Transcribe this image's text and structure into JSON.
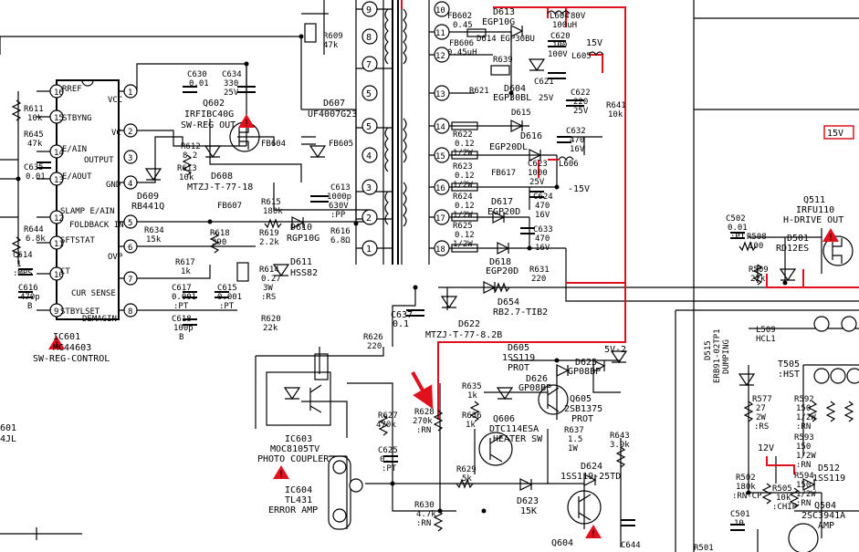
{
  "colors": {
    "wire": "#000000",
    "highlight": "#e0101c",
    "background": "#ffffff"
  },
  "icons": {
    "warning": "warning-triangle-icon",
    "arrow": "red-pointer-arrow-icon"
  },
  "labels": [
    {
      "id": "ic601",
      "text": "IC601"
    },
    {
      "id": "ic601b",
      "text": "MC44603"
    },
    {
      "id": "ic601c",
      "text": "SW-REG-CONTROL"
    },
    {
      "id": "q602",
      "text": "Q602"
    },
    {
      "id": "q602b",
      "text": "IRFIBC40G"
    },
    {
      "id": "q602c",
      "text": "SW-REG OUT"
    },
    {
      "id": "d607",
      "text": "D607"
    },
    {
      "id": "d607b",
      "text": "UF4007G23"
    },
    {
      "id": "r609",
      "text": "R609"
    },
    {
      "id": "r609b",
      "text": "47k"
    },
    {
      "id": "fb602",
      "text": "FB602"
    },
    {
      "id": "fb602b",
      "text": "0.45"
    },
    {
      "id": "d613",
      "text": "D613"
    },
    {
      "id": "d613b",
      "text": "EGP10G"
    },
    {
      "id": "l604",
      "text": "L604"
    },
    {
      "id": "l604b",
      "text": "100uH"
    },
    {
      "id": "v80",
      "text": "80V"
    },
    {
      "id": "v15",
      "text": "15V"
    },
    {
      "id": "v15box",
      "text": "15V"
    },
    {
      "id": "vm15",
      "text": "-15V"
    },
    {
      "id": "d614",
      "text": "D614"
    },
    {
      "id": "egp30b",
      "text": "EGP30BU"
    },
    {
      "id": "c620",
      "text": "C620"
    },
    {
      "id": "c620b",
      "text": "100"
    },
    {
      "id": "c620c",
      "text": "100V"
    },
    {
      "id": "l605",
      "text": "L605"
    },
    {
      "id": "fb606",
      "text": "FB606"
    },
    {
      "id": "fb606b",
      "text": "0.45uH"
    },
    {
      "id": "r639",
      "text": "R639"
    },
    {
      "id": "r621",
      "text": "R621"
    },
    {
      "id": "d604",
      "text": "D604"
    },
    {
      "id": "d604b",
      "text": "EGP30BL"
    },
    {
      "id": "c621",
      "text": "C621"
    },
    {
      "id": "c621b",
      "text": "25V"
    },
    {
      "id": "c622",
      "text": "C622"
    },
    {
      "id": "c622b",
      "text": "220"
    },
    {
      "id": "c622c",
      "text": "25V"
    },
    {
      "id": "r641",
      "text": "R641"
    },
    {
      "id": "r641b",
      "text": "10k"
    },
    {
      "id": "d615",
      "text": "D615"
    },
    {
      "id": "r622",
      "text": "R622"
    },
    {
      "id": "r622b",
      "text": "0.12"
    },
    {
      "id": "r622c",
      "text": "1/2W"
    },
    {
      "id": "d616",
      "text": "D616"
    },
    {
      "id": "d616b",
      "text": "EGP20DL"
    },
    {
      "id": "c632",
      "text": "C632"
    },
    {
      "id": "c632b",
      "text": "470"
    },
    {
      "id": "c632c",
      "text": "16V"
    },
    {
      "id": "r623",
      "text": "R623"
    },
    {
      "id": "r623b",
      "text": "0.12"
    },
    {
      "id": "r623c",
      "text": "1/2W"
    },
    {
      "id": "c623",
      "text": "C623"
    },
    {
      "id": "c623b",
      "text": "1000"
    },
    {
      "id": "c623c",
      "text": "25V"
    },
    {
      "id": "l606",
      "text": "L606"
    },
    {
      "id": "fb617",
      "text": "FB617"
    },
    {
      "id": "r624",
      "text": "R624"
    },
    {
      "id": "r624b",
      "text": "0.12"
    },
    {
      "id": "r624c",
      "text": "1/2W"
    },
    {
      "id": "d617",
      "text": "D617"
    },
    {
      "id": "d617b",
      "text": "EGP20D"
    },
    {
      "id": "c624",
      "text": "C624"
    },
    {
      "id": "c624b",
      "text": "470"
    },
    {
      "id": "c624c",
      "text": "16V"
    },
    {
      "id": "r625",
      "text": "R625"
    },
    {
      "id": "r625b",
      "text": "0.12"
    },
    {
      "id": "r625c",
      "text": "1/2W"
    },
    {
      "id": "c633",
      "text": "C633"
    },
    {
      "id": "c633b",
      "text": "470"
    },
    {
      "id": "c633c",
      "text": "16V"
    },
    {
      "id": "d618",
      "text": "D618"
    },
    {
      "id": "d618b",
      "text": "EGP20D"
    },
    {
      "id": "r631",
      "text": "R631"
    },
    {
      "id": "r631b",
      "text": "220"
    },
    {
      "id": "d654",
      "text": "D654"
    },
    {
      "id": "d654b",
      "text": "RB2.7-TIB2"
    },
    {
      "id": "d622",
      "text": "D622"
    },
    {
      "id": "d622b",
      "text": "MTZJ-T-77-8.2B"
    },
    {
      "id": "c637",
      "text": "C637"
    },
    {
      "id": "c637b",
      "text": "0.1"
    },
    {
      "id": "fb604",
      "text": "FB604"
    },
    {
      "id": "fb605",
      "text": "FB605"
    },
    {
      "id": "fb607",
      "text": "FB607"
    },
    {
      "id": "r612",
      "text": "R612"
    },
    {
      "id": "r612b",
      "text": "8.2"
    },
    {
      "id": "r613",
      "text": "R613"
    },
    {
      "id": "r613b",
      "text": "10k"
    },
    {
      "id": "d608",
      "text": "D608"
    },
    {
      "id": "d608b",
      "text": "MTZJ-T-77-18"
    },
    {
      "id": "d609",
      "text": "D609"
    },
    {
      "id": "d609b",
      "text": "RB441Q"
    },
    {
      "id": "c630",
      "text": "C630"
    },
    {
      "id": "c630b",
      "text": "0.01"
    },
    {
      "id": "c634",
      "text": "C634"
    },
    {
      "id": "c634b",
      "text": "330"
    },
    {
      "id": "c634c",
      "text": "25V"
    },
    {
      "id": "c613",
      "text": "C613"
    },
    {
      "id": "c613b",
      "text": "1000p"
    },
    {
      "id": "c613c",
      "text": "630V"
    },
    {
      "id": "c613d",
      "text": ":PP"
    },
    {
      "id": "r615",
      "text": "R615"
    },
    {
      "id": "r615b",
      "text": "180k"
    },
    {
      "id": "d610",
      "text": "D610"
    },
    {
      "id": "d610b",
      "text": "RGP10G"
    },
    {
      "id": "r616",
      "text": "R616"
    },
    {
      "id": "r616b",
      "text": "6.8Ω"
    },
    {
      "id": "r634",
      "text": "R634"
    },
    {
      "id": "r634b",
      "text": "15k"
    },
    {
      "id": "r618",
      "text": "R618"
    },
    {
      "id": "r618b",
      "text": "390"
    },
    {
      "id": "r619",
      "text": "R619"
    },
    {
      "id": "r619b",
      "text": "2.2k"
    },
    {
      "id": "r617",
      "text": "R617"
    },
    {
      "id": "r617b",
      "text": "1k"
    },
    {
      "id": "r614",
      "text": "R614"
    },
    {
      "id": "r614b",
      "text": "0.27"
    },
    {
      "id": "r614c",
      "text": "3W"
    },
    {
      "id": "r614d",
      "text": ":RS"
    },
    {
      "id": "d611",
      "text": "D611"
    },
    {
      "id": "d611b",
      "text": "HSS82"
    },
    {
      "id": "c617",
      "text": "C617"
    },
    {
      "id": "c617b",
      "text": "0.001"
    },
    {
      "id": "c617c",
      "text": ":PT"
    },
    {
      "id": "c615",
      "text": "C615"
    },
    {
      "id": "c615b",
      "text": "0.001"
    },
    {
      "id": "c615c",
      "text": ":PT"
    },
    {
      "id": "c618",
      "text": "C618"
    },
    {
      "id": "c618b",
      "text": "100p"
    },
    {
      "id": "c618c",
      "text": "B"
    },
    {
      "id": "r620",
      "text": "R620"
    },
    {
      "id": "r620b",
      "text": "22k"
    },
    {
      "id": "r611",
      "text": "R611"
    },
    {
      "id": "r611b",
      "text": "10k"
    },
    {
      "id": "r645",
      "text": "R645"
    },
    {
      "id": "r645b",
      "text": "47k"
    },
    {
      "id": "c635",
      "text": "C635"
    },
    {
      "id": "c635b",
      "text": "0.01"
    },
    {
      "id": "r644",
      "text": "R644"
    },
    {
      "id": "r644b",
      "text": "6.8k"
    },
    {
      "id": "c614",
      "text": "C614"
    },
    {
      "id": "c614b",
      "text": "1"
    },
    {
      "id": "c614c",
      "text": ":MPS"
    },
    {
      "id": "c616",
      "text": "C616"
    },
    {
      "id": "c616b",
      "text": "470p"
    },
    {
      "id": "c616c",
      "text": "B"
    },
    {
      "id": "pin_rref",
      "text": "RREF"
    },
    {
      "id": "pin_vcc",
      "text": "VCC"
    },
    {
      "id": "pin_stby",
      "text": "STBYNG"
    },
    {
      "id": "pin_vc",
      "text": "VC"
    },
    {
      "id": "pin_eain",
      "text": "E/AIN"
    },
    {
      "id": "pin_output",
      "text": "OUTPUT"
    },
    {
      "id": "pin_eaout",
      "text": "E/AOUT"
    },
    {
      "id": "pin_gnd",
      "text": "GND"
    },
    {
      "id": "pin_slamp",
      "text": "SLAMP E/AIN"
    },
    {
      "id": "pin_foldback",
      "text": "FOLDBACK IN"
    },
    {
      "id": "pin_sftstat",
      "text": "SFTSTAT"
    },
    {
      "id": "pin_ovp",
      "text": "OVP"
    },
    {
      "id": "pin_ct",
      "text": "CT"
    },
    {
      "id": "pin_cur",
      "text": "CUR SENSE"
    },
    {
      "id": "pin_stbyset",
      "text": "STBYLSET"
    },
    {
      "id": "pin_demag",
      "text": "DEMAGIN"
    },
    {
      "id": "ic603",
      "text": "IC603"
    },
    {
      "id": "ic603b",
      "text": "MOC8105TV"
    },
    {
      "id": "ic603c",
      "text": "PHOTO COUPLER"
    },
    {
      "id": "ic604",
      "text": "IC604"
    },
    {
      "id": "ic604b",
      "text": "TL431"
    },
    {
      "id": "ic604c",
      "text": "ERROR AMP"
    },
    {
      "id": "r626",
      "text": "R626"
    },
    {
      "id": "r626b",
      "text": "220"
    },
    {
      "id": "r627",
      "text": "R627"
    },
    {
      "id": "r627b",
      "text": "470k"
    },
    {
      "id": "c625",
      "text": "C625"
    },
    {
      "id": "c625b",
      "text": "0.1"
    },
    {
      "id": "c625c",
      "text": ":PT"
    },
    {
      "id": "r628",
      "text": "R628"
    },
    {
      "id": "r628b",
      "text": "270k"
    },
    {
      "id": "r628c",
      "text": ":RN"
    },
    {
      "id": "r630",
      "text": "R630"
    },
    {
      "id": "r630b",
      "text": "4.7k"
    },
    {
      "id": "r630c",
      "text": ":RN"
    },
    {
      "id": "r629",
      "text": "R629"
    },
    {
      "id": "r629b",
      "text": "5k"
    },
    {
      "id": "d605",
      "text": "D605"
    },
    {
      "id": "d605b",
      "text": "1SS119"
    },
    {
      "id": "d605c",
      "text": "PROT"
    },
    {
      "id": "d626",
      "text": "D626"
    },
    {
      "id": "d626b",
      "text": "GP08BP"
    },
    {
      "id": "d625",
      "text": "D625"
    },
    {
      "id": "d625b",
      "text": "GP08BP"
    },
    {
      "id": "v5",
      "text": "5V-2"
    },
    {
      "id": "r635",
      "text": "R635"
    },
    {
      "id": "r635b",
      "text": "1k"
    },
    {
      "id": "q605",
      "text": "Q605"
    },
    {
      "id": "q605b",
      "text": "2SB1375"
    },
    {
      "id": "q605c",
      "text": "PROT"
    },
    {
      "id": "r636",
      "text": "R636"
    },
    {
      "id": "r636b",
      "text": "1k"
    },
    {
      "id": "q606",
      "text": "Q606"
    },
    {
      "id": "q606b",
      "text": "DTC114ESA"
    },
    {
      "id": "q606c",
      "text": "HEATER SW"
    },
    {
      "id": "r637",
      "text": "R637"
    },
    {
      "id": "r637b",
      "text": "1.5"
    },
    {
      "id": "r637c",
      "text": "1W"
    },
    {
      "id": "r643",
      "text": "R643"
    },
    {
      "id": "r643b",
      "text": "3.9k"
    },
    {
      "id": "d624",
      "text": "D624"
    },
    {
      "id": "d624b",
      "text": "1SS119-25TD"
    },
    {
      "id": "d623",
      "text": "D623"
    },
    {
      "id": "d623b",
      "text": "15K"
    },
    {
      "id": "q604",
      "text": "Q604"
    },
    {
      "id": "c644",
      "text": "C644"
    },
    {
      "id": "q511",
      "text": "Q511"
    },
    {
      "id": "q511b",
      "text": "IRFU110"
    },
    {
      "id": "q511c",
      "text": "H-DRIVE OUT"
    },
    {
      "id": "c502",
      "text": "C502"
    },
    {
      "id": "c502b",
      "text": "0.01"
    },
    {
      "id": "c502c",
      "text": ":PT"
    },
    {
      "id": "r508",
      "text": "R508"
    },
    {
      "id": "r508b",
      "text": "100"
    },
    {
      "id": "d501",
      "text": "D501"
    },
    {
      "id": "d501b",
      "text": "RD12ES"
    },
    {
      "id": "r509",
      "text": "R509"
    },
    {
      "id": "r509b",
      "text": "22k"
    },
    {
      "id": "l509",
      "text": "L509"
    },
    {
      "id": "l509b",
      "text": "HCL1"
    },
    {
      "id": "d515",
      "text": "D515"
    },
    {
      "id": "d515b",
      "text": "ERB91-02TP1"
    },
    {
      "id": "d515c",
      "text": "DUMPING"
    },
    {
      "id": "t505",
      "text": "T505"
    },
    {
      "id": "t505b",
      "text": ":HST"
    },
    {
      "id": "r577",
      "text": "R577"
    },
    {
      "id": "r577b",
      "text": "27"
    },
    {
      "id": "r577c",
      "text": "2W"
    },
    {
      "id": "r577d",
      "text": ":RS"
    },
    {
      "id": "r592",
      "text": "R592"
    },
    {
      "id": "r592b",
      "text": "150"
    },
    {
      "id": "r592c",
      "text": "1/2W"
    },
    {
      "id": "r592d",
      "text": ":RN"
    },
    {
      "id": "r593",
      "text": "R593"
    },
    {
      "id": "r593b",
      "text": "150"
    },
    {
      "id": "r593c",
      "text": "1/2W"
    },
    {
      "id": "r593d",
      "text": ":RN"
    },
    {
      "id": "r594",
      "text": "R594"
    },
    {
      "id": "r594b",
      "text": "150"
    },
    {
      "id": "r594c",
      "text": "1/2W"
    },
    {
      "id": "r594d",
      "text": ":RN"
    },
    {
      "id": "v12",
      "text": "12V"
    },
    {
      "id": "r502",
      "text": "R502"
    },
    {
      "id": "r502b",
      "text": "180k"
    },
    {
      "id": "r502c",
      "text": ":RN-CP"
    },
    {
      "id": "r505",
      "text": "R505"
    },
    {
      "id": "r505b",
      "text": "10k"
    },
    {
      "id": "r505c",
      "text": ":CHIP"
    },
    {
      "id": "d512",
      "text": "D512"
    },
    {
      "id": "d512b",
      "text": "1SS119"
    },
    {
      "id": "q504",
      "text": "Q504"
    },
    {
      "id": "q504b",
      "text": "2SC3941A"
    },
    {
      "id": "q504c",
      "text": "AMP"
    },
    {
      "id": "c501",
      "text": "C501"
    },
    {
      "id": "c501b",
      "text": "10"
    },
    {
      "id": "r501",
      "text": "R501"
    },
    {
      "id": "frag601",
      "text": "601"
    },
    {
      "id": "frag4jl",
      "text": "4JL"
    }
  ],
  "pins": [
    "1",
    "2",
    "3",
    "4",
    "5",
    "6",
    "7",
    "8",
    "9",
    "10",
    "11",
    "12",
    "13",
    "14",
    "15",
    "16",
    "17",
    "18"
  ]
}
